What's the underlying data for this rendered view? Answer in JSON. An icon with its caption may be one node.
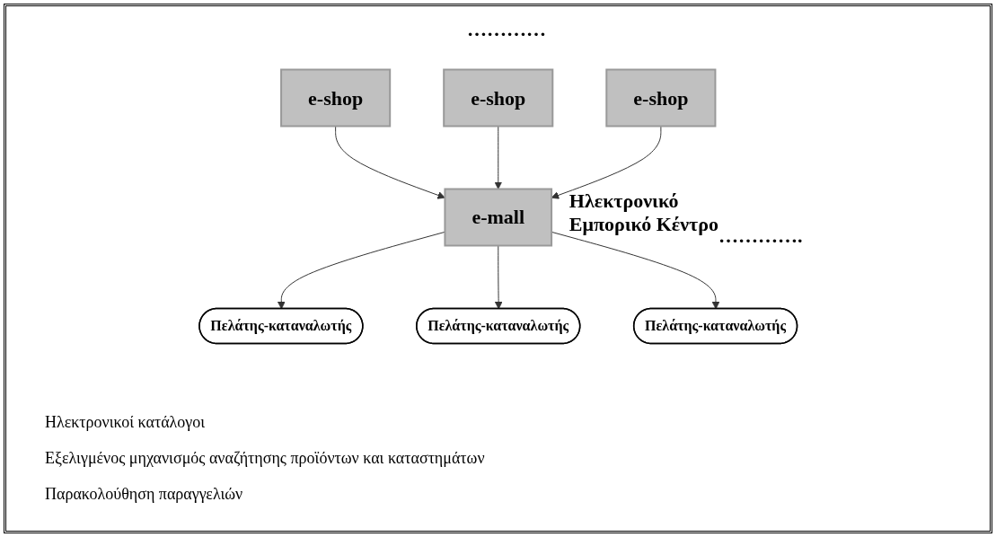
{
  "diagram": {
    "nodes": [
      {
        "text": [
          "e-shop"
        ]
      },
      {
        "text": [
          "e-shop"
        ]
      },
      {
        "text": [
          "e-shop"
        ]
      },
      {
        "text": [
          "e-mall"
        ],
        "beside": [
          "Ηλεκτρονικό Εμπορικό Κέντρο"
        ]
      },
      {
        "text": [
          "Πελάτης-καταναλωτής"
        ]
      },
      {
        "text": [
          "Πελάτης-καταναλωτής"
        ]
      },
      {
        "text": [
          "Πελάτης-καταναλωτής"
        ]
      }
    ],
    "edges": [
      {
        "from": 0,
        "to": 3,
        "arrow": "to"
      },
      {
        "from": 1,
        "to": 3,
        "arrow": "to"
      },
      {
        "from": 2,
        "to": 3,
        "arrow": "to"
      },
      {
        "from": 3,
        "to": 4,
        "arrow": "to"
      },
      {
        "from": 3,
        "to": 5,
        "arrow": "to"
      },
      {
        "from": 3,
        "to": 6,
        "arrow": "to"
      }
    ],
    "labels": [
      "…………",
      "………….",
      "Ηλεκτρονικοί κατάλογοι",
      "Εξελιγμένος μηχανισμός αναζήτησης προϊόντων και καταστημάτων",
      "Παρακολούθηση παραγγελιών"
    ]
  }
}
